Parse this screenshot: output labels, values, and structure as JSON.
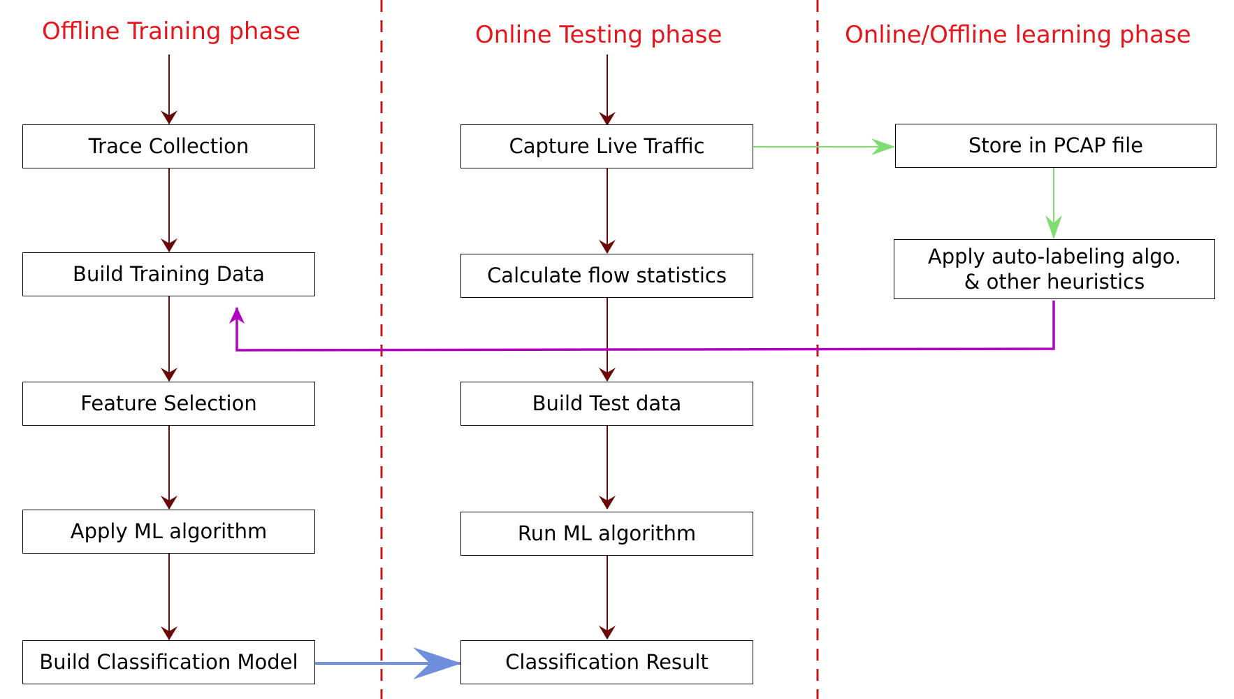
{
  "colors": {
    "phase_title": "#e8151b",
    "divider": "#c0181f",
    "flow_arrow": "#6b0808",
    "capture_arrow": "#7fdc6e",
    "feedback_arrow": "#b000c0",
    "model_arrow": "#6f8fdc",
    "box_border": "#000000",
    "text": "#000000"
  },
  "phases": {
    "offline_training": "Offline Training phase",
    "online_testing": "Online Testing phase",
    "online_offline_learning": "Online/Offline learning phase"
  },
  "boxes": {
    "trace_collection": "Trace Collection",
    "build_training_data": "Build Training Data",
    "feature_selection": "Feature Selection",
    "apply_ml_algorithm": "Apply ML algorithm",
    "build_classification_model": "Build Classification Model",
    "capture_live_traffic": "Capture Live Traffic",
    "calculate_flow_statistics": "Calculate flow statistics",
    "build_test_data": "Build Test data",
    "run_ml_algorithm": "Run ML algorithm",
    "classification_result": "Classification Result",
    "store_in_pcap_file": "Store in PCAP file",
    "apply_auto_labeling_line1": "Apply auto-labeling algo.",
    "apply_auto_labeling_line2": "& other heuristics"
  }
}
